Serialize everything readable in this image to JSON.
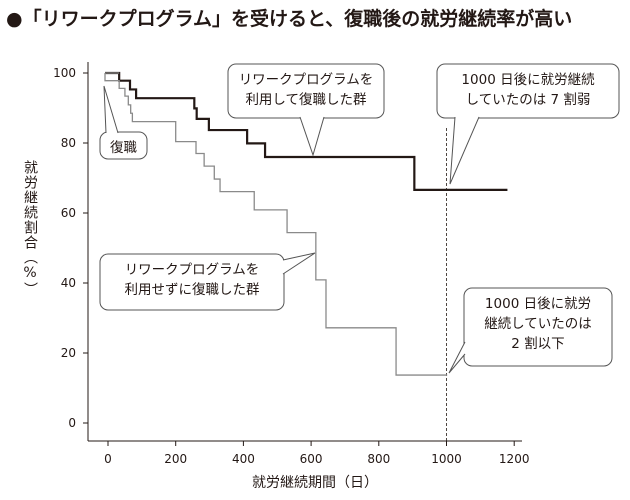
{
  "title": "●「リワークプログラム」を受けると、復職後の就労継続率が高い",
  "colors": {
    "with_program": "#231815",
    "without_program": "#8a8a8a",
    "text": "#231815"
  },
  "chart_data": {
    "type": "line",
    "step": true,
    "title": "「リワークプログラム」を受けると、復職後の就労継続率が高い",
    "xlabel": "就労継続期間（日）",
    "ylabel": "就労継続割合（%）",
    "xlim": [
      -50,
      1220
    ],
    "ylim": [
      -5,
      102
    ],
    "xticks": [
      "0",
      "200",
      "400",
      "600",
      "800",
      "1000",
      "1200"
    ],
    "yticks": [
      "0",
      "20",
      "40",
      "60",
      "80",
      "100"
    ],
    "xtick_values": [
      0,
      200,
      400,
      600,
      800,
      1000,
      1200
    ],
    "ytick_values": [
      0,
      20,
      40,
      60,
      80,
      100
    ],
    "grid": false,
    "reference_line": {
      "x": 1000,
      "style": "dashed"
    },
    "series": [
      {
        "name": "リワークプログラムを利用して復職した群",
        "x": [
          0,
          33,
          65,
          83,
          255,
          262,
          298,
          411,
          464,
          905,
          1180
        ],
        "y": [
          100,
          97.8,
          95.3,
          92.8,
          89.9,
          86.9,
          83.7,
          79.9,
          76.0,
          66.6,
          66.6
        ]
      },
      {
        "name": "リワークプログラムを利用せずに復職した群",
        "x": [
          0,
          33,
          50,
          60,
          67,
          72,
          200,
          260,
          284,
          314,
          331,
          432,
          529,
          614,
          644,
          851,
          1002
        ],
        "y": [
          97.8,
          95.6,
          93.4,
          90.9,
          88.5,
          86.1,
          80.4,
          77.0,
          73.4,
          69.7,
          66.1,
          60.9,
          54.4,
          40.9,
          27.2,
          13.7,
          13.7
        ]
      }
    ],
    "annotations": [
      {
        "id": "with",
        "lines": [
          "リワークプログラムを",
          "利用して復職した群"
        ]
      },
      {
        "id": "with1000",
        "lines": [
          "1000 日後に就労継続",
          "していたのは 7 割弱"
        ]
      },
      {
        "id": "return",
        "lines": [
          "復職"
        ]
      },
      {
        "id": "without",
        "lines": [
          "リワークプログラムを",
          "利用せずに復職した群"
        ]
      },
      {
        "id": "without1000",
        "lines": [
          "1000 日後に就労",
          "継続していたのは",
          "2 割以下"
        ]
      }
    ]
  }
}
